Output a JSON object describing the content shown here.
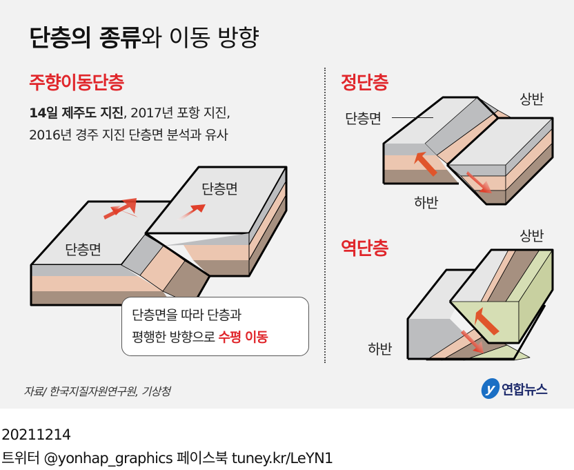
{
  "title": {
    "bold": "단층의 종류",
    "light": "와 이동 방향"
  },
  "strike_slip": {
    "heading": "주향이동단층",
    "desc_bold": "14일 제주도 지진",
    "desc_line1_rest": ",  2017년 포항 지진,",
    "desc_line2": "2016년 경주 지진  단층면 분석과 유사",
    "label_left": "단층면",
    "label_right": "단층면",
    "callout_line1": "단층면을 따라 단층과",
    "callout_line2_prefix": "평행한 방향으로 ",
    "callout_line2_red": "수평 이동"
  },
  "normal_fault": {
    "heading": "정단층",
    "label_plane": "단층면",
    "label_hanging": "상반",
    "label_foot": "하반"
  },
  "reverse_fault": {
    "heading": "역단층",
    "label_hanging": "상반",
    "label_foot": "하반"
  },
  "source": "자료/ 한국지질자원연구원, 기상청",
  "logo": {
    "mark": "y",
    "text": "연합뉴스"
  },
  "footer": {
    "date": "20211214",
    "social": "트위터 @yonhap_graphics  페이스북 tuney.kr/LeYN1"
  },
  "colors": {
    "accent_red": "#e0262b",
    "panel_bg": "#f2f2f2",
    "layer_top": "#e6e6e6",
    "layer_gray": "#bcbdbf",
    "layer_peach": "#ecc6b0",
    "layer_brown": "#a69080",
    "layer_green": "#d6deb4",
    "logo_blue": "#1a6fc4"
  }
}
